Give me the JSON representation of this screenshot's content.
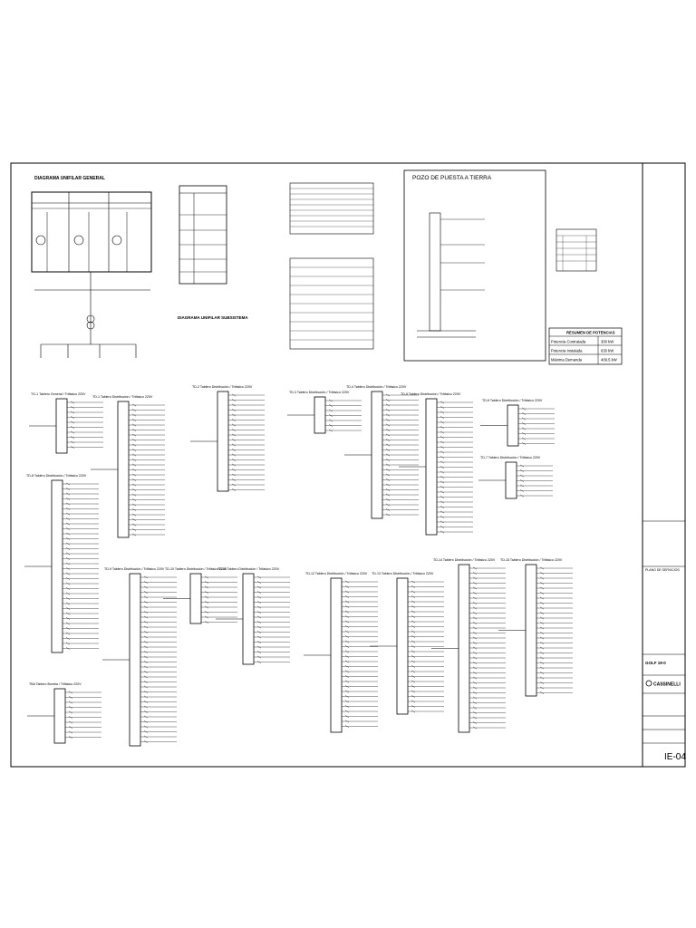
{
  "sheet": {
    "main_diagram_title": "DIAGRAMA UNIFILAR GENERAL",
    "secondary_diagram_title": "DIAGRAMA UNIFILAR SUBSISTEMA",
    "sheet_number": "IE-04",
    "company": "CASSINELLI",
    "title_block_small": "GOLF 19-0",
    "note_label": "PLANO DE SERVICIOS"
  },
  "pozo_tierra": {
    "title": "POZO DE PUESTA A TIERRA"
  },
  "resumen_potencias": {
    "title": "RESUMEN DE POTENCIAS",
    "rows": [
      {
        "label": "Potencia Contratada",
        "value": "300 kW"
      },
      {
        "label": "Potencia Instalada",
        "value": "630 kW"
      },
      {
        "label": "Máxima Demanda",
        "value": "409.5 kW"
      }
    ]
  },
  "boards": [
    {
      "label": "TG-1 Tablero General / Trifásico 220V"
    },
    {
      "label": "TD-1 Tablero Distribución / Trifásico 220V"
    },
    {
      "label": "TD-2 Tablero Distribución / Trifásico 220V"
    },
    {
      "label": "TD-3 Tablero Distribución / Trifásico 220V"
    },
    {
      "label": "TD-4 Tablero Distribución / Trifásico 220V"
    },
    {
      "label": "TD-5 Tablero Distribución / Trifásico 220V"
    },
    {
      "label": "TD-6 Tablero Distribución / Trifásico 220V"
    },
    {
      "label": "TD-7 Tablero Distribución / Trifásico 220V"
    },
    {
      "label": "TD-8 Tablero Distribución / Trifásico 220V"
    },
    {
      "label": "TD-9 Tablero Distribución / Trifásico 220V"
    },
    {
      "label": "TD-10 Tablero Distribución / Trifásico 220V"
    },
    {
      "label": "TD-11 Tablero Distribución / Trifásico 220V"
    },
    {
      "label": "TD-12 Tablero Distribución / Trifásico 220V"
    },
    {
      "label": "TD-13 Tablero Distribución / Trifásico 220V"
    },
    {
      "label": "TD-14 Tablero Distribución / Trifásico 220V"
    },
    {
      "label": "TD-15 Tablero Distribución / Trifásico 220V"
    },
    {
      "label": "TBA Tablero Bomba / Trifásico 220V"
    }
  ],
  "legend": {
    "title": "LEYENDA"
  },
  "notes": {
    "general_title": "NOTAS GENERALES",
    "specs_title": "ESPECIFICACIONES TÉCNICAS"
  },
  "colors": {
    "line": "#000000",
    "paper": "#ffffff"
  }
}
